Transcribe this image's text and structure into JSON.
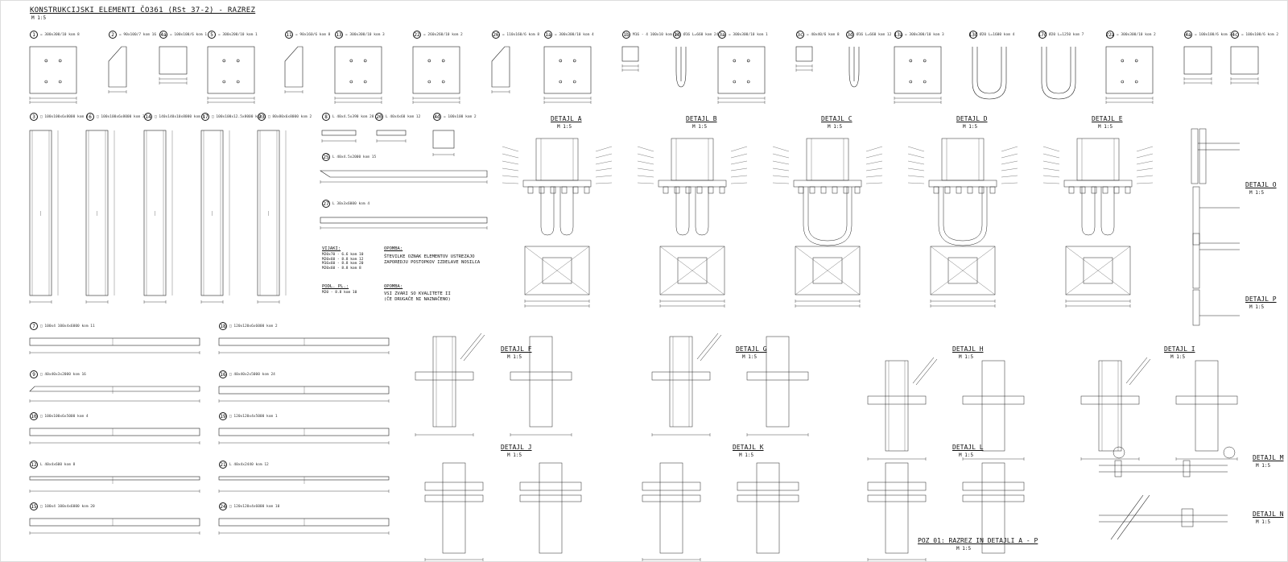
{
  "sheet": {
    "title": "KONSTRUKCIJSKI ELEMENTI ČO361 (RSt 37-2) - RAZREZ",
    "scale": "M 1:5",
    "section_title": "POZ 01: RAZREZ IN DETAJLI A - P",
    "section_scale": "M 1:5"
  },
  "details": [
    {
      "label": "DETAJL A",
      "scale": "M 1:5"
    },
    {
      "label": "DETAJL B",
      "scale": "M 1:5"
    },
    {
      "label": "DETAJL C",
      "scale": "M 1:5"
    },
    {
      "label": "DETAJL D",
      "scale": "M 1:5"
    },
    {
      "label": "DETAJL E",
      "scale": "M 1:5"
    },
    {
      "label": "DETAJL F",
      "scale": "M 1:5"
    },
    {
      "label": "DETAJL G",
      "scale": "M 1:5"
    },
    {
      "label": "DETAJL H",
      "scale": "M 1:5"
    },
    {
      "label": "DETAJL I",
      "scale": "M 1:5"
    },
    {
      "label": "DETAJL J",
      "scale": "M 1:5"
    },
    {
      "label": "DETAJL K",
      "scale": "M 1:5"
    },
    {
      "label": "DETAJL L",
      "scale": "M 1:5"
    },
    {
      "label": "DETAJL M",
      "scale": "M 1:5"
    },
    {
      "label": "DETAJL N",
      "scale": "M 1:5"
    },
    {
      "label": "DETAJL O",
      "scale": "M 1:5"
    },
    {
      "label": "DETAJL P",
      "scale": "M 1:5"
    }
  ],
  "plates_row1": [
    {
      "num": "1",
      "spec": "= 300x300/10 kom 8"
    },
    {
      "num": "2",
      "spec": "= 90x100/7 kom 16"
    },
    {
      "num": "4a",
      "spec": "= 100x100/6 kom 1"
    },
    {
      "num": "5",
      "spec": "= 300x200/10 kom 1"
    },
    {
      "num": "11",
      "spec": "= 90x160/6 kom 8"
    },
    {
      "num": "13",
      "spec": "= 300x300/10 kom 3"
    },
    {
      "num": "22",
      "spec": "= 260x260/10 kom 2"
    },
    {
      "num": "26",
      "spec": "= 110x160/6 kom 8"
    },
    {
      "num": "1a",
      "spec": "= 300x300/10 kom 4"
    },
    {
      "num": "1b",
      "spec": "M16 - 4 100x10 kom 16"
    },
    {
      "num": "1d",
      "spec": "Ø16 L=660 kom 24"
    },
    {
      "num": "3a",
      "spec": "= 300x300/10 kom 1"
    },
    {
      "num": "3c",
      "spec": "= 40x40/6 kom 8"
    },
    {
      "num": "3d",
      "spec": "Ø16 L=660 kom 12"
    },
    {
      "num": "13a",
      "spec": "= 300x300/10 kom 3"
    },
    {
      "num": "13d",
      "spec": "Ø20 L=1600 kom 4"
    },
    {
      "num": "17d",
      "spec": "Ø20 L=1250 kom 7"
    },
    {
      "num": "22a",
      "spec": "= 300x300/10 kom 2"
    },
    {
      "num": "4a",
      "spec": "= 100x100/6 kom 3"
    },
    {
      "num": "4c",
      "spec": "= 100x100/6 kom 2"
    }
  ],
  "members_row2": [
    {
      "num": "3",
      "spec": "□ 100x100x6x8000 kom 4"
    },
    {
      "num": "6",
      "spec": "□ 100x100x6x8000 kom 3"
    },
    {
      "num": "14",
      "spec": "□ 140x140x10x8000 kom 4"
    },
    {
      "num": "17",
      "spec": "□ 100x100x12.5x8000 kom 1"
    },
    {
      "num": "23",
      "spec": "□ 80x80x6x8000 kom 2"
    },
    {
      "num": "8",
      "spec": "L 40x4.5x390 kom 28"
    },
    {
      "num": "20",
      "spec": "L 40x4x60 kom 12"
    },
    {
      "num": "4d",
      "spec": "= 100x100 kom 2"
    },
    {
      "num": "25",
      "spec": "L 40x4.5x2000 kom 15"
    },
    {
      "num": "27",
      "spec": "L 30x3x6000 kom 4"
    }
  ],
  "notes": {
    "vijaki_title": "VIJAKI:",
    "vijaki_lines": "M20x70 - 6.6 kom 10\nM20x60 - 8.8 kom 12\nM16x60 - 8.8 kom 20\nM20x60 - 8.8 kom 8",
    "podl_title": "PODL. PL.:",
    "podl_lines": "M20 - 8.8 kom 10",
    "opomba1_title": "OPOMBA:",
    "opomba1_text": "ŠTEVILKE OZNAK ELEMENTOV USTREZAJO\nZAPOREDJU POSTOPKOV IZDELAVE NOSILCA",
    "opomba2_title": "OPOMBA:",
    "opomba2_text": "VSI ZVARI SO KVALITETE II\n(ČE DRUGAČE NI NAZNAČENO)"
  },
  "profiles_left": [
    {
      "num": "7",
      "spec": "□ 100x4 100x4x6000 kom 11"
    },
    {
      "num": "9",
      "spec": "□ 40x40x3x2000 kom 16"
    },
    {
      "num": "10",
      "spec": "□ 100x100x6x5000 kom 4"
    },
    {
      "num": "12",
      "spec": "L 40x4x600 kom 8"
    },
    {
      "num": "15",
      "spec": "□ 100x4 100x4x6000 kom 20"
    }
  ],
  "profiles_right": [
    {
      "num": "18",
      "spec": "□ 120x120x6x6000 kom 2"
    },
    {
      "num": "16",
      "spec": "□ 40x40x2x5000 kom 24"
    },
    {
      "num": "19",
      "spec": "□ 120x120x4x5000 kom 1"
    },
    {
      "num": "21",
      "spec": "L 40x4x2440 kom 12"
    },
    {
      "num": "24",
      "spec": "□ 120x120x4x6000 kom 10"
    }
  ]
}
